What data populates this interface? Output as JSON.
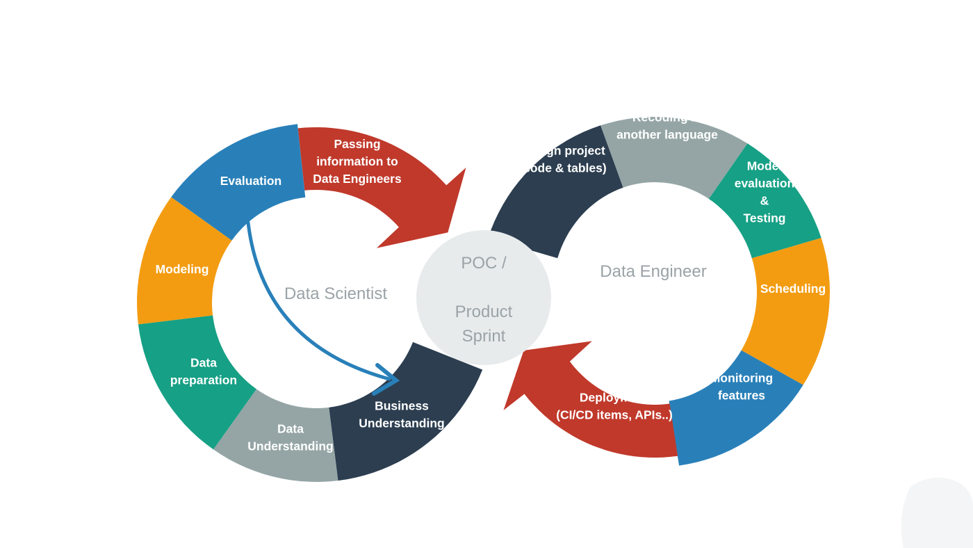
{
  "colors": {
    "navy": "#2c3e50",
    "gray": "#95a5a6",
    "green": "#16a085",
    "orange": "#f39c12",
    "blue": "#2980b9",
    "red": "#c0392b",
    "center": "#e8ebec",
    "label_gray": "#9aa3a7",
    "white": "#ffffff"
  },
  "left_loop": {
    "title": "Data Scientist",
    "segments": [
      {
        "key": "business",
        "lines": [
          "Business",
          "Understanding"
        ],
        "color": "navy"
      },
      {
        "key": "data-understanding",
        "lines": [
          "Data",
          "Understanding"
        ],
        "color": "gray"
      },
      {
        "key": "data-preparation",
        "lines": [
          "Data",
          "preparation"
        ],
        "color": "green"
      },
      {
        "key": "modeling",
        "lines": [
          "Modeling"
        ],
        "color": "orange"
      },
      {
        "key": "evaluation",
        "lines": [
          "Evaluation"
        ],
        "color": "blue"
      },
      {
        "key": "passing",
        "lines": [
          "Passing",
          "information to",
          "Data Engineers"
        ],
        "color": "red"
      }
    ]
  },
  "right_loop": {
    "title": "Data Engineer",
    "segments": [
      {
        "key": "design",
        "lines": [
          "Design project",
          "(code & tables)"
        ],
        "color": "navy"
      },
      {
        "key": "recoding",
        "lines": [
          "Recoding in",
          "another  language"
        ],
        "color": "gray"
      },
      {
        "key": "model-eval",
        "lines": [
          "Model",
          "evaluation",
          "&",
          "Testing"
        ],
        "color": "green"
      },
      {
        "key": "scheduling",
        "lines": [
          "Scheduling"
        ],
        "color": "orange"
      },
      {
        "key": "monitoring",
        "lines": [
          "Monitoring",
          "features"
        ],
        "color": "blue"
      },
      {
        "key": "deployment",
        "lines": [
          "Deployment",
          "(CI/CD items, APIs..)"
        ],
        "color": "red"
      }
    ]
  },
  "center": {
    "lines": [
      "POC /",
      "Product",
      "Sprint"
    ]
  }
}
